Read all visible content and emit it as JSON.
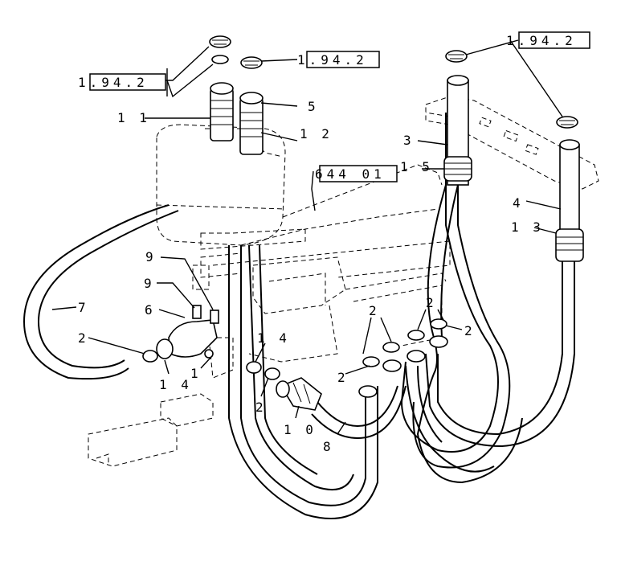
{
  "diagram": {
    "references": {
      "ref_top_left": "1.94.2",
      "ref_top_middle": "1.94.2",
      "ref_top_right": "1.94.2",
      "ref_tank": "644 01"
    },
    "callouts": {
      "c11": "1 1",
      "c5": "5",
      "c12": "1 2",
      "c3": "3",
      "c15": "1 5",
      "c4": "4",
      "c13": "1 3",
      "c9a": "9",
      "c9b": "9",
      "c6": "6",
      "c7": "7",
      "c2a": "2",
      "c14a": "1 4",
      "c1": "1",
      "c14b": "1 4",
      "c2b": "2",
      "c10": "1 0",
      "c8": "8",
      "c2c": "2",
      "c2d": "2",
      "c2e": "2",
      "c2f": "2"
    }
  }
}
